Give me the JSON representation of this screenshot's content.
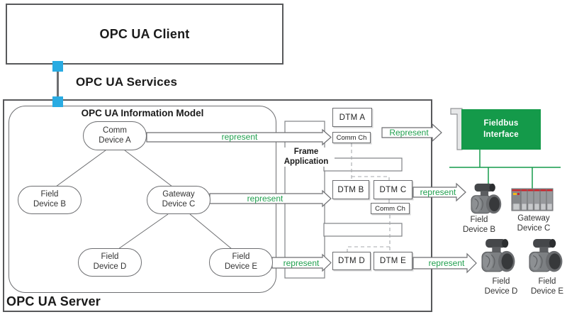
{
  "palette": {
    "accent_green": "#149a4a",
    "represent_green": "#21a04f",
    "accent_blue": "#29abe2",
    "line_dark": "#58595b",
    "line_mid": "#6d6e71",
    "dash_gray": "#a7a9ac",
    "device_red": "#c9252c"
  },
  "client": {
    "title": "OPC UA Client"
  },
  "services": {
    "label": "OPC UA Services"
  },
  "server": {
    "label": "OPC UA Server"
  },
  "info_model": {
    "title": "OPC UA Information Model",
    "nodes": {
      "comm_a": "Comm\nDevice A",
      "field_b": "Field\nDevice B",
      "gateway_c": "Gateway\nDevice C",
      "field_d": "Field\nDevice D",
      "field_e": "Field\nDevice E"
    }
  },
  "frame_application": {
    "label": "Frame\nApplication"
  },
  "dtms": {
    "dtm_a": "DTM A",
    "dtm_b": "DTM B",
    "dtm_c": "DTM C",
    "dtm_d": "DTM D",
    "dtm_e": "DTM E",
    "comm_ch_top": "Comm Ch",
    "comm_ch_mid": "Comm Ch"
  },
  "represent_arrows": {
    "model_to_comm_ch": "represent",
    "model_to_dtm_b": "represent",
    "model_to_dtm_d": "represent",
    "dtm_a_to_fieldbus": "Represent",
    "dtm_c_to_devices": "represent",
    "dtm_e_to_devices": "represent"
  },
  "fieldbus": {
    "interface_label": "Fieldbus\nInterface"
  },
  "physical_devices": {
    "field_b": "Field\nDevice B",
    "gateway_c": "Gateway\nDevice C",
    "field_d": "Field\nDevice D",
    "field_e": "Field\nDevice E"
  }
}
